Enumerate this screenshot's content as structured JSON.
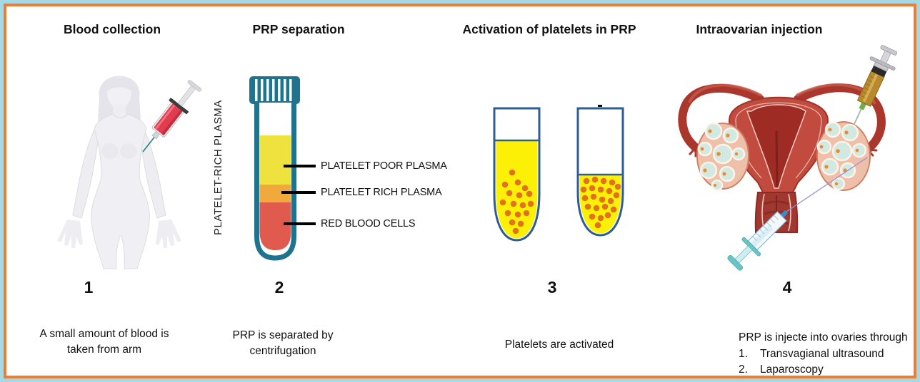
{
  "steps": [
    {
      "title": "Blood collection",
      "number": "1",
      "caption": "A small amount of blood is\ntaken from arm"
    },
    {
      "title": "PRP separation",
      "number": "2",
      "caption": "PRP is separated by\ncentrifugation",
      "tube_side_label": "PLATELET-RICH PLASMA",
      "layer_labels": [
        "PLATELET POOR PLASMA",
        "PLATELET RICH PLASMA",
        "RED BLOOD CELLS"
      ]
    },
    {
      "title": "Activation of platelets in PRP",
      "number": "3",
      "caption": "Platelets are activated"
    },
    {
      "title": "Intraovarian injection",
      "number": "4",
      "caption_intro": "PRP is injecte into ovaries through",
      "methods": [
        {
          "num": "1.",
          "label": "Transvagianal ultrasound"
        },
        {
          "num": "2.",
          "label": "Laparoscopy"
        }
      ]
    }
  ],
  "colors": {
    "frame_outer": "#a7d8e6",
    "frame_inner_border": "#ed7d31",
    "tube_teal": "#20738f",
    "plasma_yellow": "#efe23f",
    "prp_orange": "#f2a93b",
    "rbc_red": "#e05a4d",
    "activated_tube_outline": "#2e5c96",
    "activated_yellow": "#fdf007",
    "platelet_dot": "#e2711c",
    "uterus_red": "#c24b40",
    "ovary_pink": "#eec0a9",
    "follicle_blue": "#d2e9e2"
  }
}
